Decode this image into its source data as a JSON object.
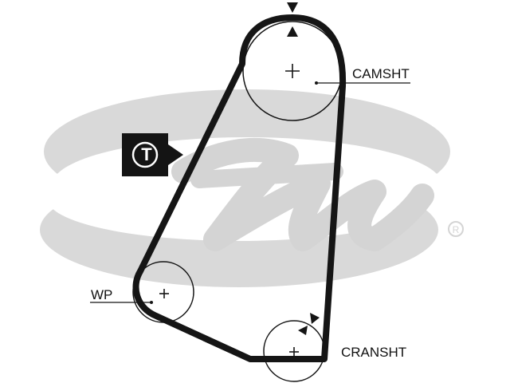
{
  "watermark": {
    "brand": "Gates",
    "registered_mark": "®",
    "color": "#d9d9d9"
  },
  "belt": {
    "color": "#151515"
  },
  "pulleys": {
    "camshaft": {
      "label": "CAMSHT"
    },
    "water_pump": {
      "label": "WP"
    },
    "crankshaft": {
      "label": "CRANSHT"
    }
  },
  "tensioner": {
    "letter": "T",
    "badge_color": "#141414"
  },
  "icons": {
    "timing_marks": "triangle-marker-icon",
    "pulley_center": "plus-icon"
  }
}
